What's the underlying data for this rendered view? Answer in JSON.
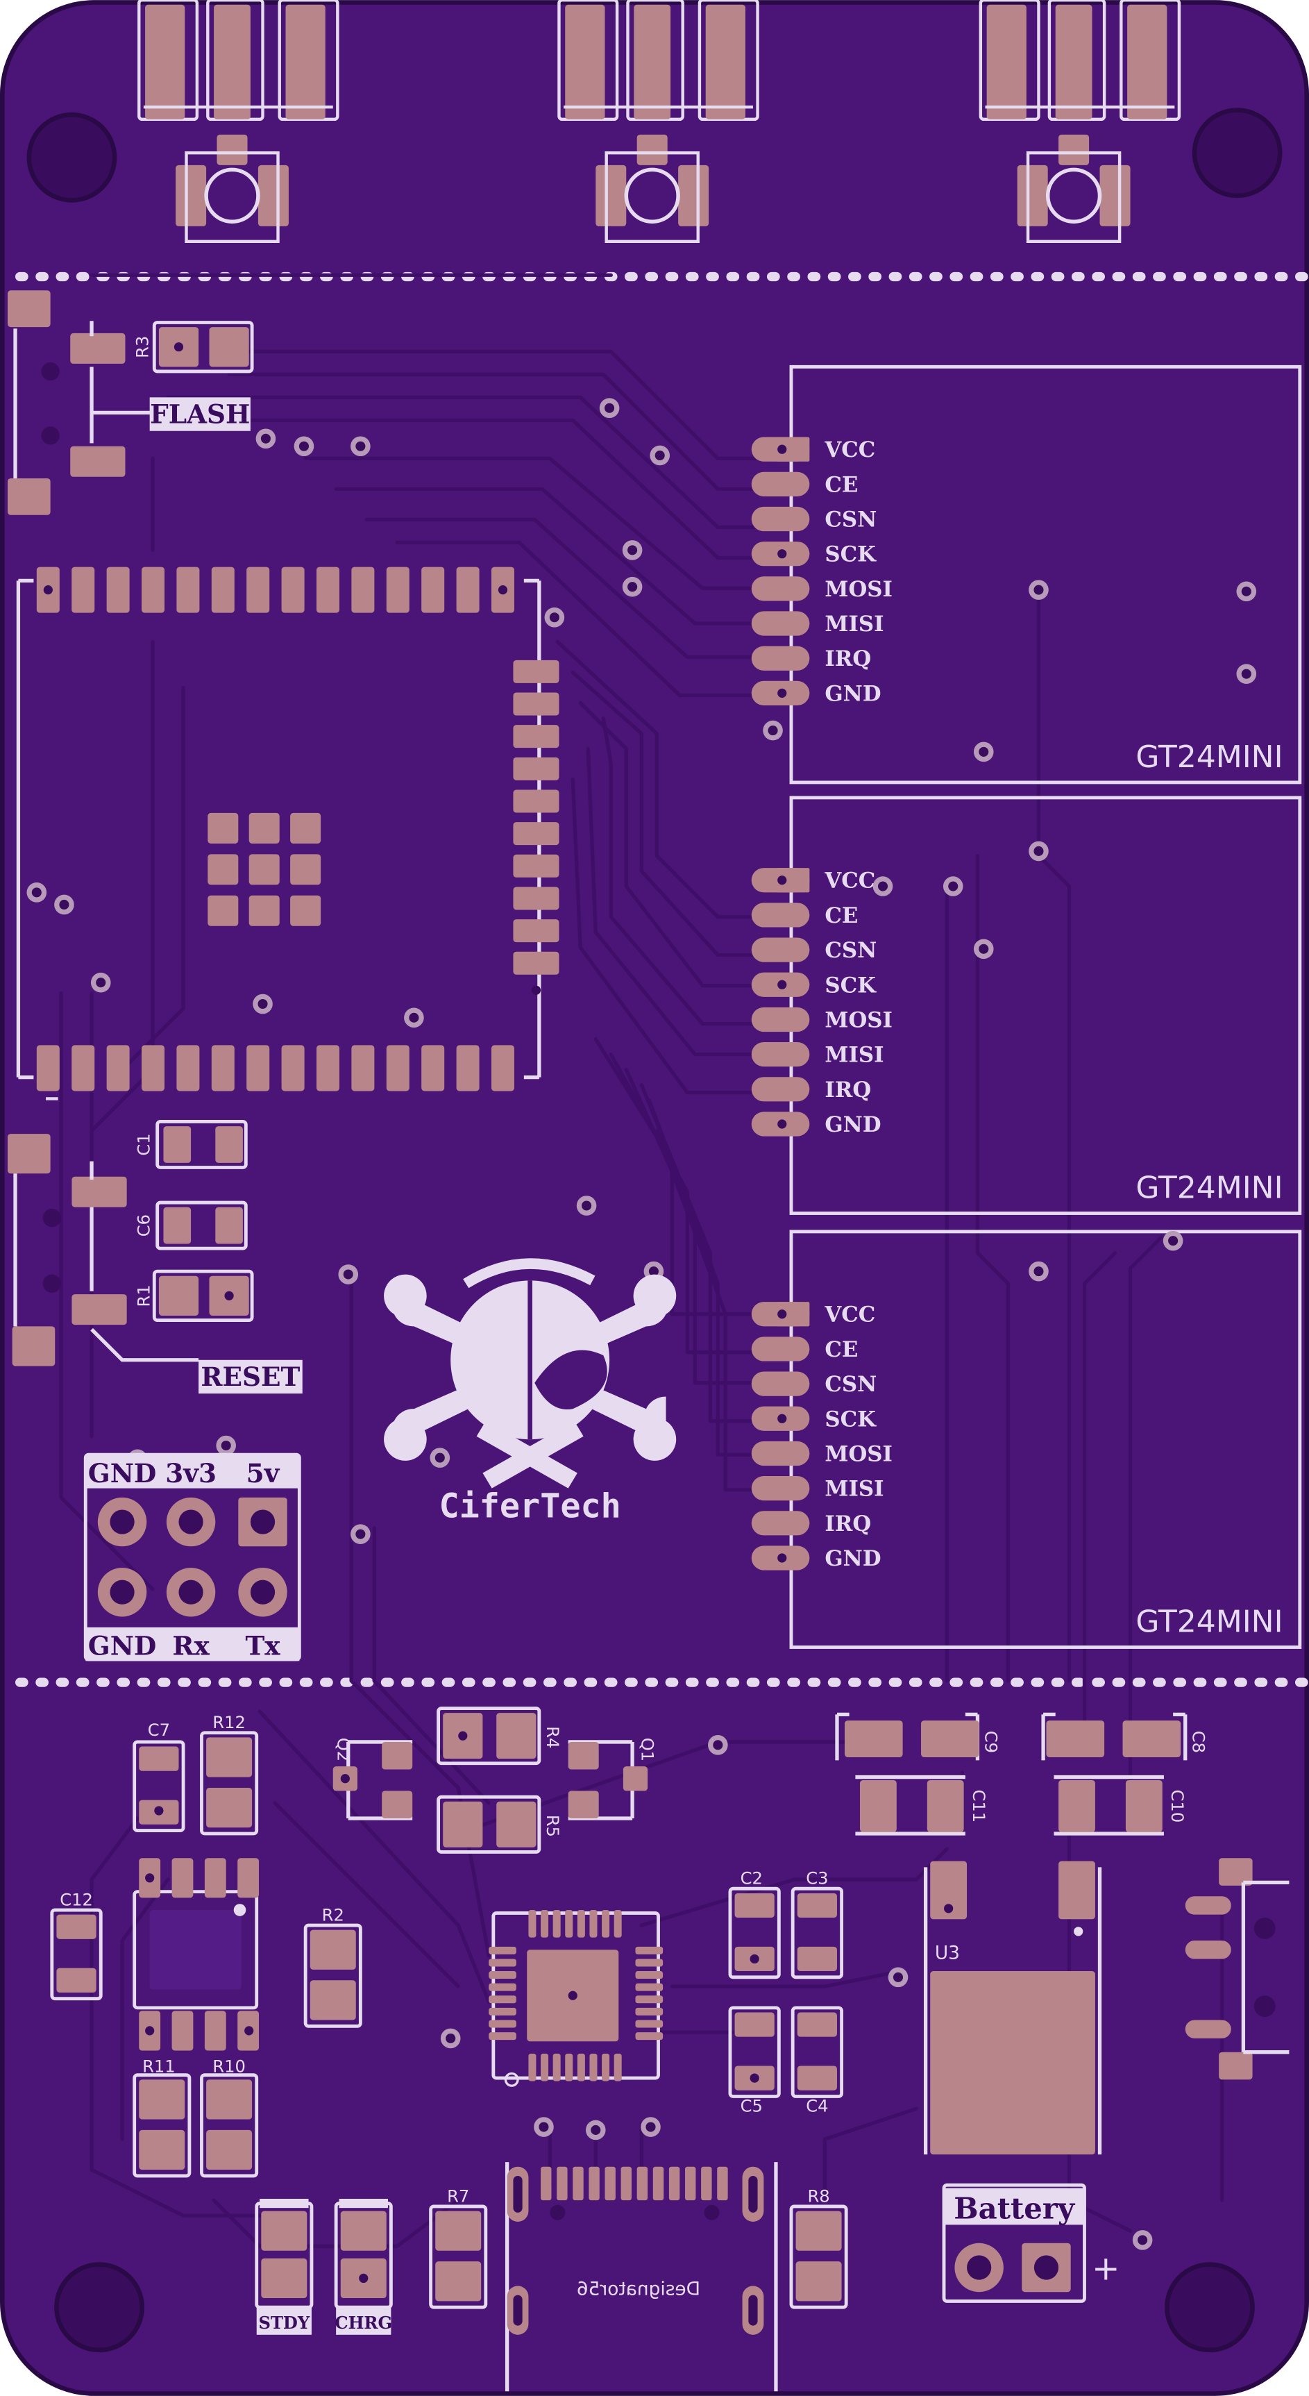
{
  "board": {
    "colors": {
      "substrate": "#4b1578",
      "copper": "#531c86",
      "pad": "#b8858a",
      "silk": "#e6dbef",
      "trace": "#3f0e68",
      "edge": "#2a0a46",
      "hole": "#3a0c5e",
      "via_ring": "#b89bb9"
    },
    "buttons": [
      {
        "name": "button-1"
      },
      {
        "name": "button-2"
      },
      {
        "name": "button-3"
      }
    ],
    "switches": {
      "flash_label": "FLASH",
      "reset_label": "RESET"
    },
    "refs": {
      "r1": "R1",
      "r2": "R2",
      "r3": "R3",
      "r4": "R4",
      "r5": "R5",
      "r7": "R7",
      "r8": "R8",
      "r10": "R10",
      "r11": "R11",
      "r12": "R12",
      "c1": "C1",
      "c2": "C2",
      "c3": "C3",
      "c4": "C4",
      "c5": "C5",
      "c6": "C6",
      "c7": "C7",
      "c8": "C8",
      "c9": "C9",
      "c10": "C10",
      "c11": "C11",
      "c12": "C12",
      "q1": "Q1",
      "q2": "Q2",
      "u3": "U3"
    },
    "radio_modules": [
      {
        "label": "GT24MINI",
        "pins": [
          "VCC",
          "CE",
          "CSN",
          "SCK",
          "MOSI",
          "MISI",
          "IRQ",
          "GND"
        ]
      },
      {
        "label": "GT24MINI",
        "pins": [
          "VCC",
          "CE",
          "CSN",
          "SCK",
          "MOSI",
          "MISI",
          "IRQ",
          "GND"
        ]
      },
      {
        "label": "GT24MINI",
        "pins": [
          "VCC",
          "CE",
          "CSN",
          "SCK",
          "MOSI",
          "MISI",
          "IRQ",
          "GND"
        ]
      }
    ],
    "header": {
      "top_labels": [
        "GND",
        "3v3",
        "5v"
      ],
      "bottom_labels": [
        "GND",
        "Rx",
        "Tx"
      ]
    },
    "logo": {
      "text": "CiferTech"
    },
    "leds": {
      "stdy": "STDY",
      "chrg": "CHRG"
    },
    "battery": {
      "label": "Battery",
      "plus": "+"
    },
    "usb": {
      "mirrored_label": "Designator56"
    }
  }
}
